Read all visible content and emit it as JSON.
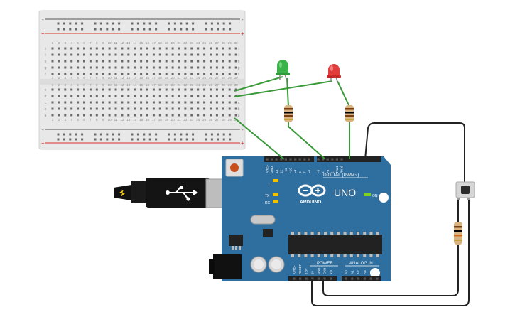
{
  "breadboard": {
    "columns": [
      "1",
      "2",
      "3",
      "4",
      "5",
      "6",
      "7",
      "8",
      "9",
      "10",
      "11",
      "12",
      "13",
      "14",
      "15",
      "16",
      "17",
      "18",
      "19",
      "20",
      "21",
      "22",
      "23",
      "24",
      "25",
      "26",
      "27",
      "28",
      "29",
      "30"
    ],
    "rows_top": [
      "j",
      "i",
      "h",
      "g",
      "f"
    ],
    "rows_bottom": [
      "e",
      "d",
      "c",
      "b",
      "a"
    ],
    "rail_minus": "-",
    "rail_plus": "+"
  },
  "arduino": {
    "brand_text": "ARDUINO",
    "model_text": "UNO",
    "on_label": "ON",
    "l_label": "L",
    "tx_label": "TX",
    "rx_label": "RX",
    "digital_header_label": "DIGITAL (PWM~)",
    "analog_header_label": "ANALOG IN",
    "power_header_label": "POWER",
    "digital_pins": [
      "AREF",
      "GND",
      "13",
      "12",
      "~11",
      "~10",
      "~9",
      "8",
      "7",
      "~6",
      "~5",
      "4",
      "~3",
      "2",
      "TX▸1",
      "RX◂0"
    ],
    "power_pins": [
      "IOREF",
      "RESET",
      "3.3V",
      "5V",
      "GND",
      "GND",
      "Vin"
    ],
    "analog_pins": [
      "A0",
      "A1",
      "A2",
      "A3",
      "A4",
      "A5"
    ]
  },
  "colors": {
    "board": "#2f6f9f",
    "board_dark": "#1f4f74",
    "wire_green": "#3a9a3a",
    "wire_black": "#222222",
    "led_green": "#3cb34a",
    "led_red": "#e23b3b",
    "rail_red": "#d9302a",
    "rail_dark": "#555555"
  }
}
